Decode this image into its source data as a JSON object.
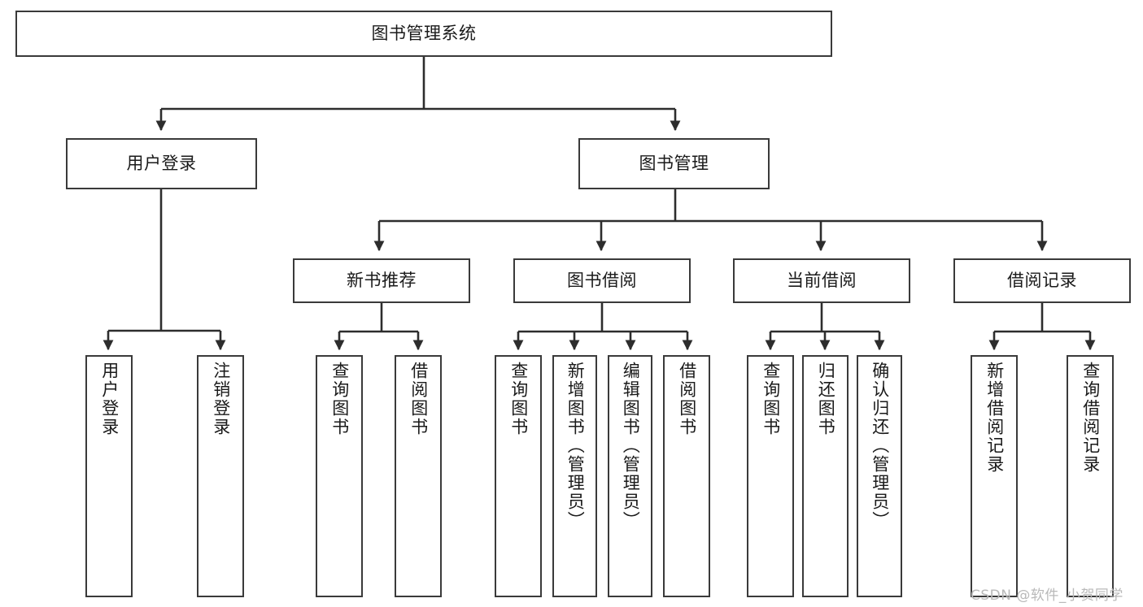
{
  "diagram": {
    "title": "图书管理系统",
    "type": "functional-structure-tree",
    "root": {
      "label": "图书管理系统"
    },
    "level2": [
      {
        "label": "用户登录"
      },
      {
        "label": "图书管理"
      }
    ],
    "level3": [
      {
        "label": "新书推荐"
      },
      {
        "label": "图书借阅"
      },
      {
        "label": "当前借阅"
      },
      {
        "label": "借阅记录"
      }
    ],
    "leaves": {
      "user_login": [
        {
          "label": "用户登录"
        },
        {
          "label": "注销登录"
        }
      ],
      "new_book_recommend": [
        {
          "label": "查询图书"
        },
        {
          "label": "借阅图书"
        }
      ],
      "book_borrow": [
        {
          "label": "查询图书"
        },
        {
          "label": "新增图书（管理员）"
        },
        {
          "label": "编辑图书（管理员）"
        },
        {
          "label": "借阅图书"
        }
      ],
      "current_borrow": [
        {
          "label": "查询图书"
        },
        {
          "label": "归还图书"
        },
        {
          "label": "确认归还（管理员）"
        }
      ],
      "borrow_record": [
        {
          "label": "新增借阅记录"
        },
        {
          "label": "查询借阅记录"
        }
      ]
    }
  },
  "watermark": {
    "text": "CSDN @软件_小贺同学"
  },
  "colors": {
    "background": "#ffffff",
    "box_border": "#3a3a3a",
    "text": "#1a1a1a",
    "connector": "#2d2d2d",
    "watermark": "#b9b9b9"
  }
}
